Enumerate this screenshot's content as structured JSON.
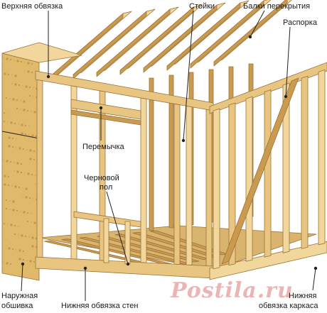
{
  "labels": {
    "top_plate": "Верхняя обвязка",
    "studs": "Стойки",
    "floor_beams": "Балки перекрытия",
    "brace": "Распорка",
    "lintel": "Перемычка",
    "subfloor_line1": "Черновой",
    "subfloor_line2": "пол",
    "sheathing_line1": "Наружная",
    "sheathing_line2": "обшивка",
    "bottom_plate": "Нижняя обвязка стен",
    "frame_bottom_line1": "Нижняя",
    "frame_bottom_line2": "обвязка каркаса"
  },
  "watermark": "Postila.ru",
  "colors": {
    "wood": "#e8c580",
    "wood_light": "#f2d79c",
    "wood_dark": "#c99a4f",
    "edge": "#9c7338",
    "osb": "#e0b96a",
    "osb_fleck": "#b8893d",
    "floor": "#d9b46e",
    "leader": "#222222"
  }
}
